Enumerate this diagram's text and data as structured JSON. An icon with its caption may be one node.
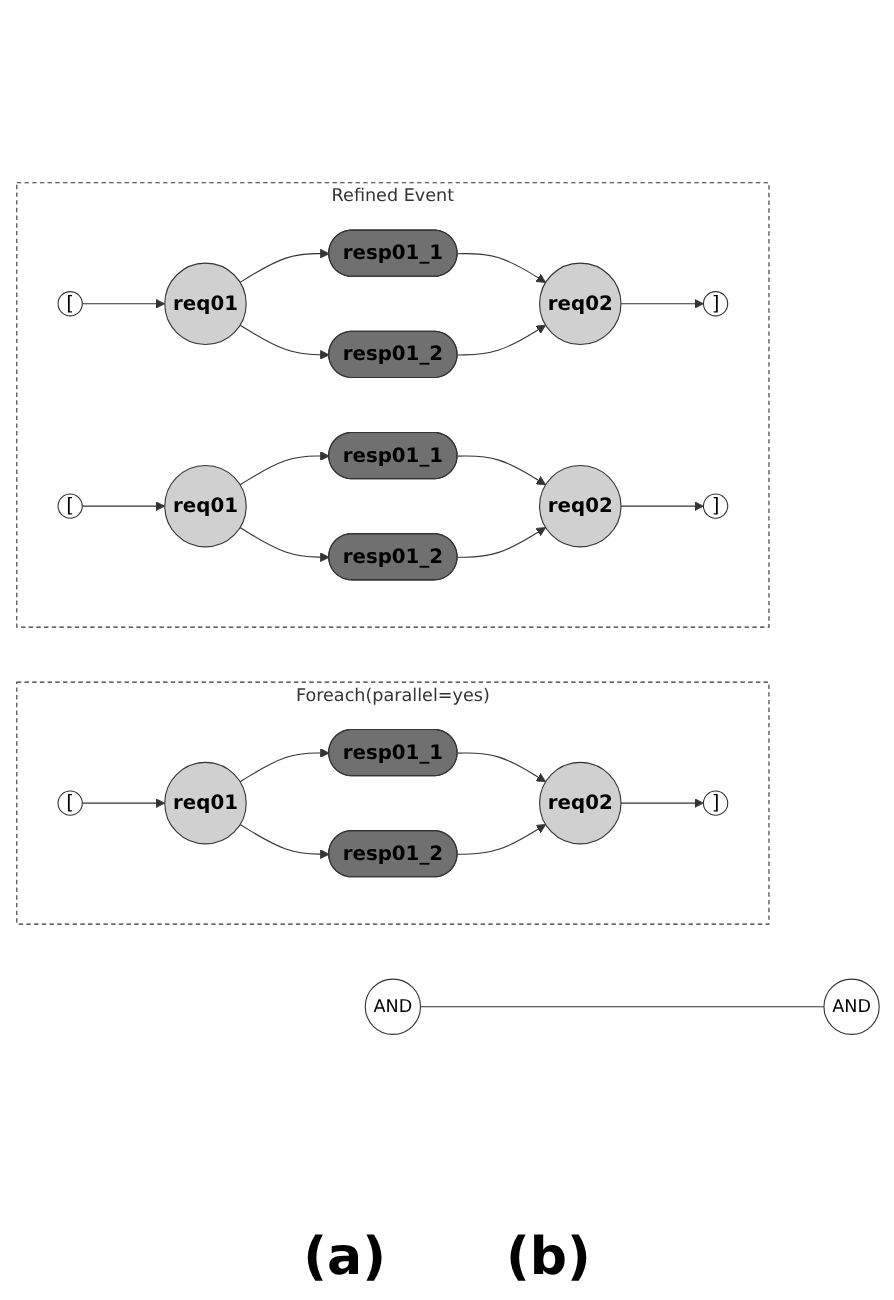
{
  "diagram": {
    "nodes": [
      {
        "text": [
          "Foreach(parallel=yes)"
        ]
      },
      {
        "text": [
          "["
        ],
        "in": 0
      },
      {
        "text": [
          "req01"
        ],
        "in": 0
      },
      {
        "text": [
          "resp01_1"
        ],
        "in": 0
      },
      {
        "text": [
          "resp01_2"
        ],
        "in": 0
      },
      {
        "text": [
          "req02"
        ],
        "in": 0
      },
      {
        "text": [
          "]"
        ],
        "in": 0
      },
      {
        "text": [
          "Refined Event"
        ]
      },
      {
        "text": [
          "["
        ],
        "in": 7
      },
      {
        "text": [
          "req01"
        ],
        "in": 7
      },
      {
        "text": [
          "resp01_1"
        ],
        "in": 7
      },
      {
        "text": [
          "resp01_2"
        ],
        "in": 7
      },
      {
        "text": [
          "req02"
        ],
        "in": 7
      },
      {
        "text": [
          "]"
        ],
        "in": 7
      },
      {
        "text": [
          "AND"
        ]
      },
      {
        "text": [
          "AND"
        ]
      },
      {
        "text": [
          "["
        ],
        "in": 7
      },
      {
        "text": [
          "req01"
        ],
        "in": 7
      },
      {
        "text": [
          "resp01_1"
        ],
        "in": 7
      },
      {
        "text": [
          "resp01_2"
        ],
        "in": 7
      },
      {
        "text": [
          "req02"
        ],
        "in": 7
      },
      {
        "text": [
          "]"
        ],
        "in": 7
      }
    ],
    "edges": [
      {
        "from": 1,
        "to": 2,
        "arrow": "to"
      },
      {
        "from": 2,
        "to": 3,
        "arrow": "to"
      },
      {
        "from": 2,
        "to": 4,
        "arrow": "to"
      },
      {
        "from": 3,
        "to": 5,
        "arrow": "to"
      },
      {
        "from": 4,
        "to": 5,
        "arrow": "to"
      },
      {
        "from": 5,
        "to": 6,
        "arrow": "to"
      },
      {
        "from": 8,
        "to": 9,
        "arrow": "to"
      },
      {
        "from": 9,
        "to": 10,
        "arrow": "to"
      },
      {
        "from": 9,
        "to": 11,
        "arrow": "to"
      },
      {
        "from": 10,
        "to": 12,
        "arrow": "to"
      },
      {
        "from": 11,
        "to": 12,
        "arrow": "to"
      },
      {
        "from": 12,
        "to": 13,
        "arrow": "to"
      },
      {
        "from": 14,
        "to": 15,
        "arrow": "none"
      },
      {
        "from": 16,
        "to": 17,
        "arrow": "to"
      },
      {
        "from": 17,
        "to": 18,
        "arrow": "to"
      },
      {
        "from": 17,
        "to": 19,
        "arrow": "to"
      },
      {
        "from": 18,
        "to": 20,
        "arrow": "to"
      },
      {
        "from": 19,
        "to": 20,
        "arrow": "to"
      },
      {
        "from": 20,
        "to": 21,
        "arrow": "to"
      }
    ],
    "labels": [
      "(a)",
      "(b)"
    ]
  }
}
